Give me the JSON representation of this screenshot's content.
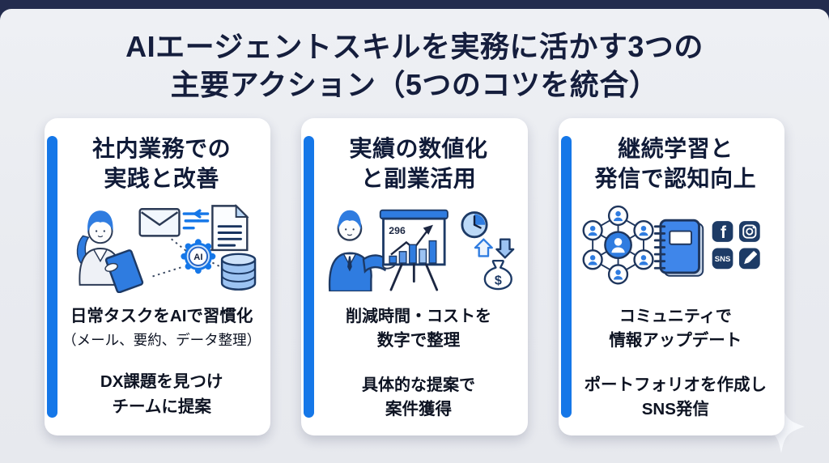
{
  "page": {
    "title": {
      "line1": "AIエージェントスキルを実務に活かす3つの",
      "line2": "主要アクション（5つのコツを統合）"
    }
  },
  "colors": {
    "outer_background": "#232c4e",
    "panel_background": "#e9ebf0",
    "card_background": "#ffffff",
    "accent_blue": "#1577e8",
    "title_navy": "#151e3d",
    "illustration_blue": "#2f7ce0",
    "illustration_navy": "#1d3a66",
    "tile_navy": "#1d3b66"
  },
  "cards": [
    {
      "id": "internal-practice",
      "title": {
        "line1": "社内業務での",
        "line2": "実践と改善"
      },
      "illustration": {
        "description": "woman-using-tablet-connected-to-email-summary-ai-database",
        "ai_badge": "AI"
      },
      "paragraphs": [
        {
          "line1": "日常タスクをAIで習慣化",
          "line2": "（メール、要約、データ整理）"
        },
        {
          "line1": "DX課題を見つけ",
          "line2": "チームに提案"
        }
      ]
    },
    {
      "id": "quantify-results",
      "title": {
        "line1": "実績の数値化",
        "line2": "と副業活用"
      },
      "illustration": {
        "description": "man-presenting-growth-chart-with-clock-arrows-money-bag",
        "chart_number": "296",
        "money_symbol": "$"
      },
      "paragraphs": [
        {
          "line1": "削減時間・コストを",
          "line2": "数字で整理"
        },
        {
          "line1": "具体的な提案で",
          "line2": "案件獲得"
        }
      ]
    },
    {
      "id": "continuous-learning",
      "title": {
        "line1": "継続学習と",
        "line2": "発信で認知向上"
      },
      "illustration": {
        "description": "community-network-notebook-and-sns-app-icons",
        "sns_tile_label": "SNS"
      },
      "paragraphs": [
        {
          "line1": "コミュニティで",
          "line2": "情報アップデート"
        },
        {
          "line1": "ポートフォリオを作成し",
          "line2": "SNS発信"
        }
      ]
    }
  ]
}
